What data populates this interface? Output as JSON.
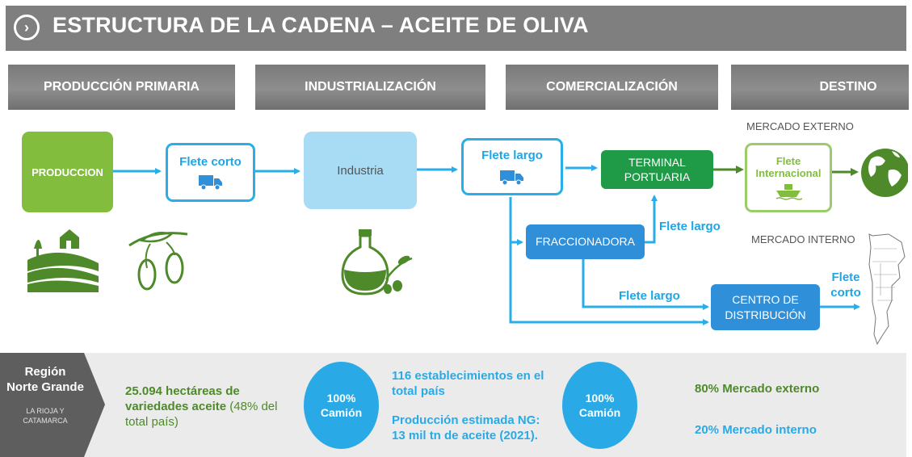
{
  "title": {
    "icon": "chevron-right-circle-icon",
    "text": "ESTRUCTURA DE LA CADENA – ACEITE DE OLIVA"
  },
  "stages": [
    "PRODUCCIÓN PRIMARIA",
    "INDUSTRIALIZACIÓN",
    "COMERCIALIZACIÓN",
    "DESTINO"
  ],
  "nodes": {
    "produccion": "PRODUCCION",
    "flete_corto": "Flete corto",
    "industria": "Industria",
    "flete_largo": "Flete largo",
    "terminal_1": "TERMINAL",
    "terminal_2": "PORTUARIA",
    "flete_internacional_1": "Flete",
    "flete_internacional_2": "Internacional",
    "fraccionadora": "FRACCIONADORA",
    "flete_largo_fracc": "Flete largo",
    "flete_largo_centro": "Flete largo",
    "centro_1": "CENTRO DE",
    "centro_2": "DISTRIBUCIÓN",
    "flete_corto_dest_1": "Flete",
    "flete_corto_dest_2": "corto",
    "mercado_externo": "MERCADO EXTERNO",
    "mercado_interno": "MERCADO INTERNO"
  },
  "icons": [
    "farm-landscape-icon",
    "olive-branch-icon",
    "oil-bottle-icon",
    "truck-icon",
    "ship-icon",
    "globe-icon",
    "argentina-map-icon"
  ],
  "region": {
    "title_1": "Región",
    "title_2": "Norte Grande",
    "sub_1": "LA RIOJA Y",
    "sub_2": "CATAMARCA"
  },
  "stats": {
    "hectareas_bold_1": "25.094 hectáreas de",
    "hectareas_bold_2": "variedades aceite",
    "hectareas_rest_1": " (48% del",
    "hectareas_rest_2": "total país)",
    "circle1_1": "100%",
    "circle1_2": "Camión",
    "estab_1": "116 establecimientos en el",
    "estab_2": "total país",
    "prod_1": "Producción estimada NG:",
    "prod_2": "13 mil tn de aceite (2021).",
    "circle2_1": "100%",
    "circle2_2": "Camión",
    "externo": "80% Mercado externo",
    "interno": "20% Mercado interno"
  },
  "colors": {
    "green": "#82bd3e",
    "dark_green": "#1f9b47",
    "blue": "#2f8fd9",
    "light_blue": "#28aee8",
    "pale_blue": "#a8dcf5",
    "gray": "#7f7f7f"
  }
}
